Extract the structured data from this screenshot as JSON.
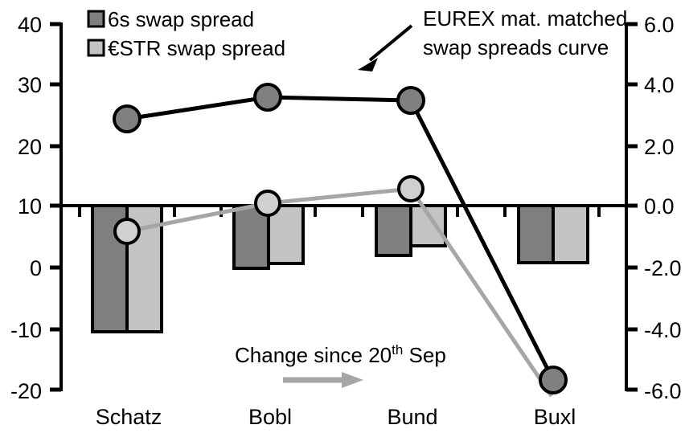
{
  "chart_data": {
    "type": "bar",
    "title": "",
    "xlabel": "",
    "ylabel": "",
    "categories": [
      "Schatz",
      "Bobl",
      "Bund",
      "Buxl"
    ],
    "left_axis": {
      "label": "",
      "ticks": [
        "40",
        "30",
        "20",
        "10",
        "0",
        "-10",
        "-20"
      ],
      "tick_values": [
        40,
        30,
        20,
        10,
        0,
        -10,
        -20
      ],
      "ylim": [
        -20,
        40
      ]
    },
    "right_axis": {
      "label": "",
      "ticks": [
        "6.0",
        "4.0",
        "2.0",
        "0.0",
        "-2.0",
        "-4.0",
        "-6.0"
      ],
      "tick_values": [
        6.0,
        4.0,
        2.0,
        0.0,
        -2.0,
        -4.0,
        -6.0
      ],
      "ylim": [
        -6.0,
        6.0
      ]
    },
    "grid": false,
    "legend_position": "top-left",
    "series": [
      {
        "name": "6s swap spread",
        "kind": "bar",
        "axis": "right",
        "color": "#7f7f7f",
        "values": [
          -4.1,
          -2.02,
          -1.6,
          -1.85
        ]
      },
      {
        "name": "€STR swap spread",
        "kind": "bar",
        "axis": "right",
        "color": "#c3c3c3",
        "values": [
          -4.1,
          -1.87,
          -1.3,
          -1.85
        ]
      },
      {
        "name": "EUREX mat. matched swap spreads curve",
        "kind": "line",
        "axis": "left",
        "color": "#000000",
        "marker_fill": "#808080",
        "values": [
          24.6,
          27.9,
          27.4,
          -18.2
        ]
      },
      {
        "name": "Change since 20th Sep",
        "kind": "line",
        "axis": "left",
        "color": "#a6a6a6",
        "marker_fill": "#d0d0d0",
        "values": [
          6.2,
          10.6,
          12.8,
          -20.6
        ]
      }
    ],
    "annotations": [
      {
        "id": "eurex-callout",
        "text_line1": "EUREX mat. matched",
        "text_line2": "swap spreads curve",
        "has_arrow": true
      },
      {
        "id": "change-callout",
        "text_prefix": "Change since 20",
        "text_sup": "th",
        "text_suffix": " Sep",
        "has_arrow": true
      }
    ]
  },
  "legend": {
    "items": [
      {
        "label": "6s swap spread",
        "color": "#7f7f7f"
      },
      {
        "label": "€STR swap spread",
        "color": "#c3c3c3"
      }
    ]
  },
  "axis_labels": {
    "left": [
      "40",
      "30",
      "20",
      "10",
      "0",
      "-10",
      "-20"
    ],
    "right": [
      "6.0",
      "4.0",
      "2.0",
      "0.0",
      "-2.0",
      "-4.0",
      "-6.0"
    ],
    "categories": [
      "Schatz",
      "Bobl",
      "Bund",
      "Buxl"
    ]
  },
  "annotations": {
    "eurex_line1": "EUREX mat. matched",
    "eurex_line2": "swap spreads curve",
    "change_prefix": "Change since 20",
    "change_sup": "th",
    "change_suffix": " Sep"
  },
  "colors": {
    "bar_dark": "#7f7f7f",
    "bar_light": "#c3c3c3",
    "line_black": "#000000",
    "line_grey": "#a6a6a6",
    "marker_dark": "#808080",
    "marker_light": "#d0d0d0",
    "axis": "#000000"
  }
}
